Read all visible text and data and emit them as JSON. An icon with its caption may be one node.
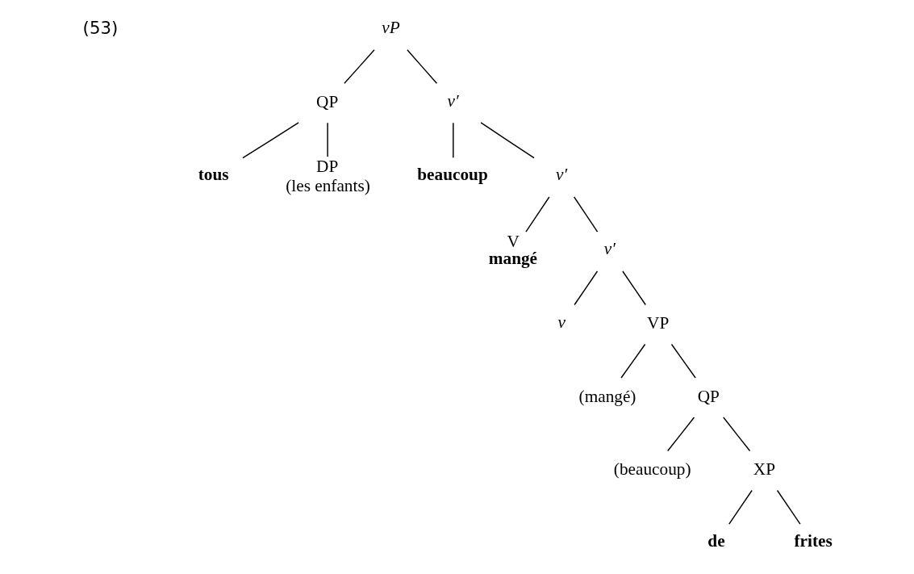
{
  "diagram": {
    "nodes": [
      {
        "text": [
          "vP"
        ]
      },
      {
        "text": [
          "QP"
        ]
      },
      {
        "text": [
          "v′"
        ]
      },
      {
        "text": [
          "tous"
        ]
      },
      {
        "text": [
          "DP",
          "(les enfants)"
        ]
      },
      {
        "text": [
          "beaucoup"
        ]
      },
      {
        "text": [
          "v′"
        ]
      },
      {
        "text": [
          "V",
          "mangé"
        ]
      },
      {
        "text": [
          "v′"
        ]
      },
      {
        "text": [
          "v"
        ]
      },
      {
        "text": [
          "VP"
        ]
      },
      {
        "text": [
          "(mangé)"
        ]
      },
      {
        "text": [
          "QP"
        ]
      },
      {
        "text": [
          "(beaucoup)"
        ]
      },
      {
        "text": [
          "XP"
        ]
      },
      {
        "text": [
          "de"
        ]
      },
      {
        "text": [
          "frites"
        ]
      }
    ],
    "edges": [
      {
        "from": 0,
        "to": 1,
        "arrow": "none"
      },
      {
        "from": 0,
        "to": 2,
        "arrow": "none"
      },
      {
        "from": 1,
        "to": 3,
        "arrow": "none"
      },
      {
        "from": 1,
        "to": 4,
        "arrow": "none"
      },
      {
        "from": 2,
        "to": 5,
        "arrow": "none"
      },
      {
        "from": 2,
        "to": 6,
        "arrow": "none"
      },
      {
        "from": 6,
        "to": 7,
        "arrow": "none"
      },
      {
        "from": 6,
        "to": 8,
        "arrow": "none"
      },
      {
        "from": 8,
        "to": 9,
        "arrow": "none"
      },
      {
        "from": 8,
        "to": 10,
        "arrow": "none"
      },
      {
        "from": 10,
        "to": 11,
        "arrow": "none"
      },
      {
        "from": 10,
        "to": 12,
        "arrow": "none"
      },
      {
        "from": 12,
        "to": 13,
        "arrow": "none"
      },
      {
        "from": 12,
        "to": 14,
        "arrow": "none"
      },
      {
        "from": 14,
        "to": 15,
        "arrow": "none"
      },
      {
        "from": 14,
        "to": 16,
        "arrow": "none"
      }
    ],
    "labels": [
      "(53)"
    ]
  }
}
